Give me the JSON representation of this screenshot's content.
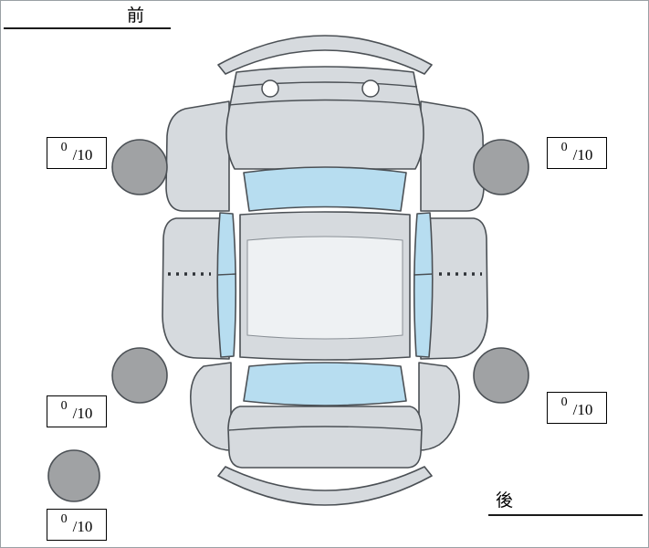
{
  "diagram": {
    "front_label": "前",
    "rear_label": "後"
  },
  "scores": {
    "front_left": {
      "value": "0",
      "max": "/10"
    },
    "front_right": {
      "value": "0",
      "max": "/10"
    },
    "rear_left": {
      "value": "0",
      "max": "/10"
    },
    "rear_right": {
      "value": "0",
      "max": "/10"
    },
    "spare": {
      "value": "0",
      "max": "/10"
    }
  },
  "colors": {
    "car_body": "#d6dade",
    "glass": "#b7ddf0",
    "tire": "#a0a2a4",
    "outline": "#4b5055",
    "background": "#ffffff"
  }
}
